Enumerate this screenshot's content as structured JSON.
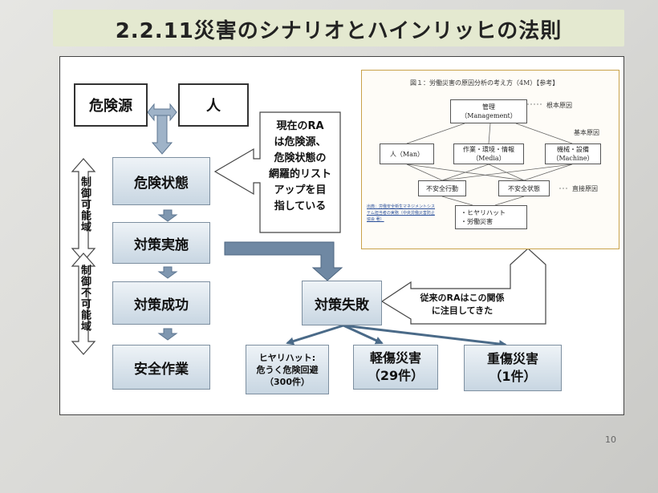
{
  "title": "2.2.11災害のシナリオとハインリッヒの法則",
  "page_number": "10",
  "left_diagram": {
    "hazard_source": "危険源",
    "person": "人",
    "hazard_state": "危険状態",
    "countermeasure": "対策実施",
    "success": "対策成功",
    "safe_work": "安全作業",
    "failure": "対策失敗",
    "controllable": "制御可能域",
    "uncontrollable": "制御不可能域",
    "current_ra": "現在のRA\nは危険源、\n危険状態の\n網羅的リスト\nアップを目\n指している",
    "previous_ra": "従来のRAはこの関係\nに注目してきた",
    "near_miss": "ヒヤリハット:\n危うく危険回避\n（300件）",
    "minor": "軽傷災害\n（29件）",
    "serious": "重傷災害\n（1件）"
  },
  "figure": {
    "caption": "図１：労働災害の原因分析の考え方（4M）【参考】",
    "management": "管理\n（Management）",
    "root_cause": "根本原因",
    "basic_cause": "基本原因",
    "man": "人（Man）",
    "media": "作業・環境・情報\n（Media）",
    "machine": "機械・設備\n（Machine）",
    "unsafe_action": "不安全行動",
    "unsafe_state": "不安全状態",
    "direct_cause": "直接原因",
    "results": "・ヒヤリハット\n・労働災害",
    "source_note": "出典：労働安全衛生マネジメントシステム担当者の実務（中央労働災害防止協会 著）"
  },
  "colors": {
    "title_bar": "#e4e9d0",
    "box_fill": "#c8d6e2",
    "arrow_fill": "#9fb3c8",
    "figure_border": "#c9a24a"
  }
}
